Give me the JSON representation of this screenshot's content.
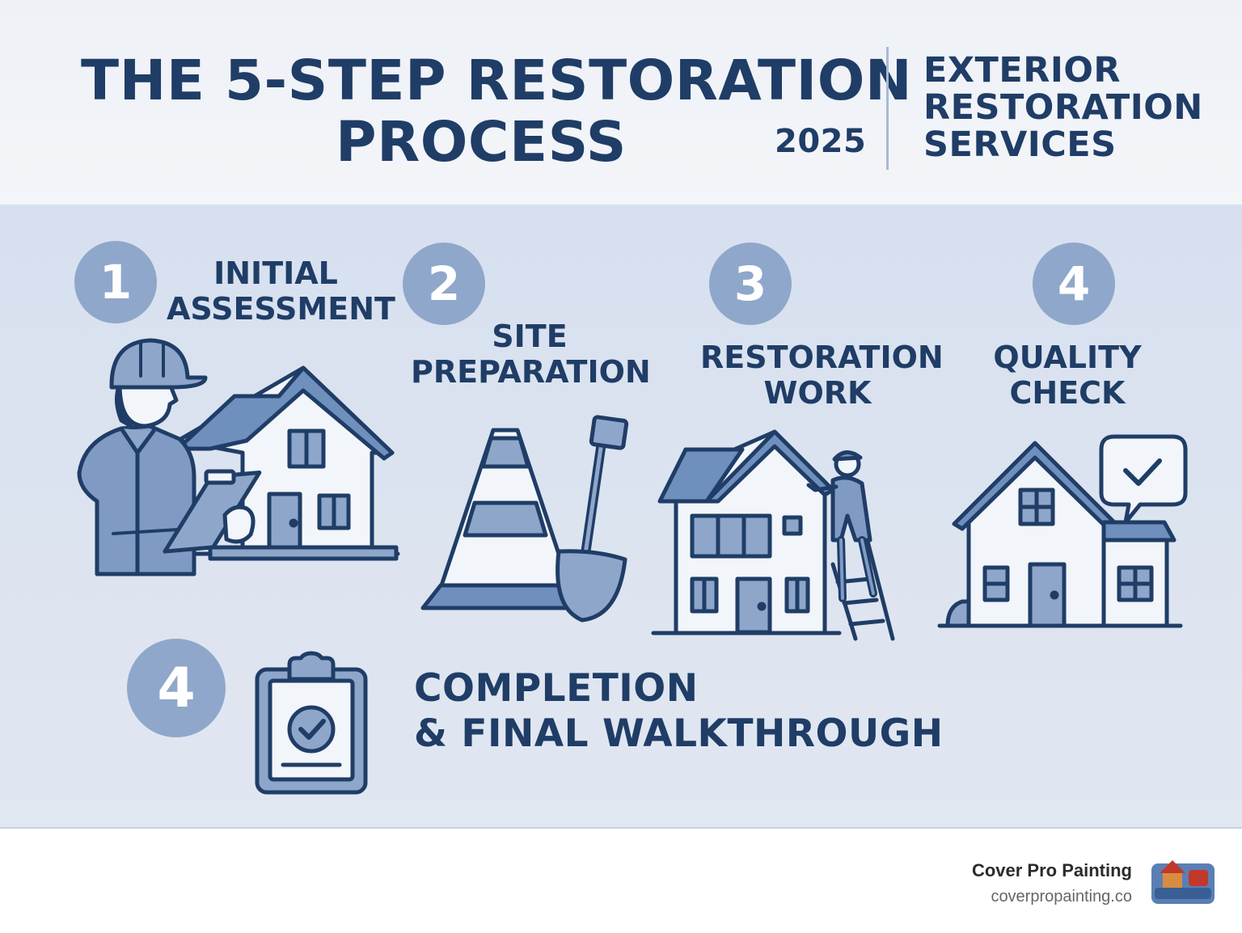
{
  "header": {
    "title_line1": "THE 5-STEP RESTORATION",
    "title_line2": "PROCESS",
    "year": "2025",
    "subtitle_lines": [
      "EXTERIOR",
      "RESTORATION",
      "SERVICES"
    ]
  },
  "steps": [
    {
      "number": "1",
      "label_lines": [
        "INITIAL",
        "ASSESSMENT"
      ]
    },
    {
      "number": "2",
      "label_lines": [
        "SITE",
        "PREPARATION"
      ]
    },
    {
      "number": "3",
      "label_lines": [
        "RESTORATION",
        "WORK"
      ]
    },
    {
      "number": "4",
      "label_lines": [
        "QUALITY",
        "CHECK"
      ]
    },
    {
      "number": "4",
      "label_lines": [
        "COMPLETION",
        "& FINAL WALKTHROUGH"
      ]
    }
  ],
  "footer": {
    "brand_name": "Cover Pro Painting",
    "brand_url": "coverpropainting.co"
  },
  "colors": {
    "navy": "#1f3d66",
    "badge": "#8fa7ca",
    "panel": "#d7e0ef",
    "fill": "#8ea6c9",
    "light_fill": "#f2f5fa"
  }
}
